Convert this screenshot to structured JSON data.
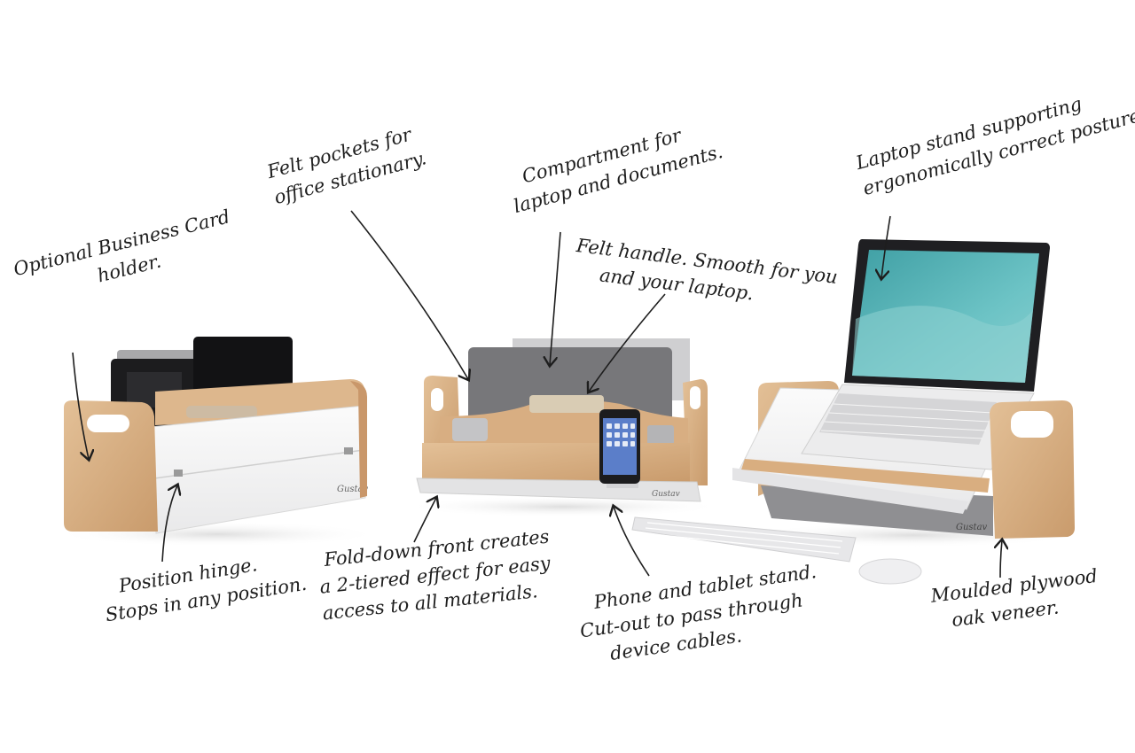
{
  "annotations": {
    "business_card": {
      "lines": [
        "Optional Business Card",
        "holder."
      ]
    },
    "felt_pockets": {
      "lines": [
        "Felt pockets for",
        "office stationary."
      ]
    },
    "compartment": {
      "lines": [
        "Compartment for",
        "laptop and documents."
      ]
    },
    "felt_handle": {
      "lines": [
        "Felt handle. Smooth for you",
        "and your laptop."
      ]
    },
    "laptop_stand": {
      "lines": [
        "Laptop stand supporting",
        "ergonomically correct posture."
      ]
    },
    "hinge": {
      "lines": [
        "Position hinge.",
        "Stops in any position."
      ]
    },
    "fold_down": {
      "lines": [
        "Fold-down front creates",
        "a 2-tiered effect for easy",
        "access to all materials."
      ]
    },
    "phone_stand": {
      "lines": [
        "Phone and tablet stand.",
        "Cut-out to pass through",
        "device cables."
      ]
    },
    "plywood": {
      "lines": [
        "Moulded plywood",
        "oak veneer."
      ]
    }
  },
  "brand_marks": [
    "Gustav",
    "Gustav",
    "Gustav"
  ],
  "colors": {
    "background": "#ffffff",
    "oak": "#d9b187",
    "oak_dark": "#b88a5e",
    "white_panel": "#f6f6f6",
    "felt_grey": "#77777a",
    "screen_teal": "#4fb0b4",
    "device_black": "#1c1c1e",
    "ink": "#1e1e1e"
  }
}
